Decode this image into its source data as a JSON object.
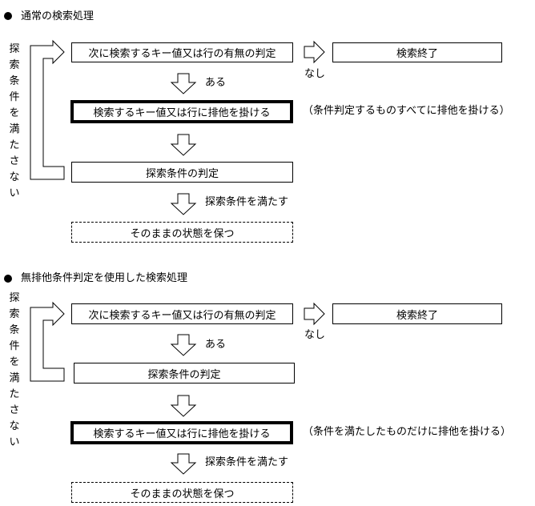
{
  "section1": {
    "title": "通常の検索処理",
    "loop_label": [
      "探",
      "索",
      "条",
      "件",
      "を",
      "満",
      "た",
      "さ",
      "な",
      "い"
    ],
    "step_next_key": "次に検索するキー値又は行の有無の判定",
    "step_search_end": "検索終了",
    "label_none": "なし",
    "label_exists": "ある",
    "step_lock": "検索するキー値又は行に排他を掛ける",
    "note_lock": "（条件判定するものすべてに排他を掛ける）",
    "step_judge": "探索条件の判定",
    "label_satisfy": "探索条件を満たす",
    "step_keep": "そのままの状態を保つ"
  },
  "section2": {
    "title": "無排他条件判定を使用した検索処理",
    "loop_label": [
      "探",
      "索",
      "条",
      "件",
      "を",
      "満",
      "た",
      "さ",
      "な",
      "い"
    ],
    "step_next_key": "次に検索するキー値又は行の有無の判定",
    "step_search_end": "検索終了",
    "label_none": "なし",
    "label_exists": "ある",
    "step_judge": "探索条件の判定",
    "step_lock": "検索するキー値又は行に排他を掛ける",
    "note_lock": "（条件を満たしたものだけに排他を掛ける）",
    "label_satisfy": "探索条件を満たす",
    "step_keep": "そのままの状態を保つ"
  }
}
